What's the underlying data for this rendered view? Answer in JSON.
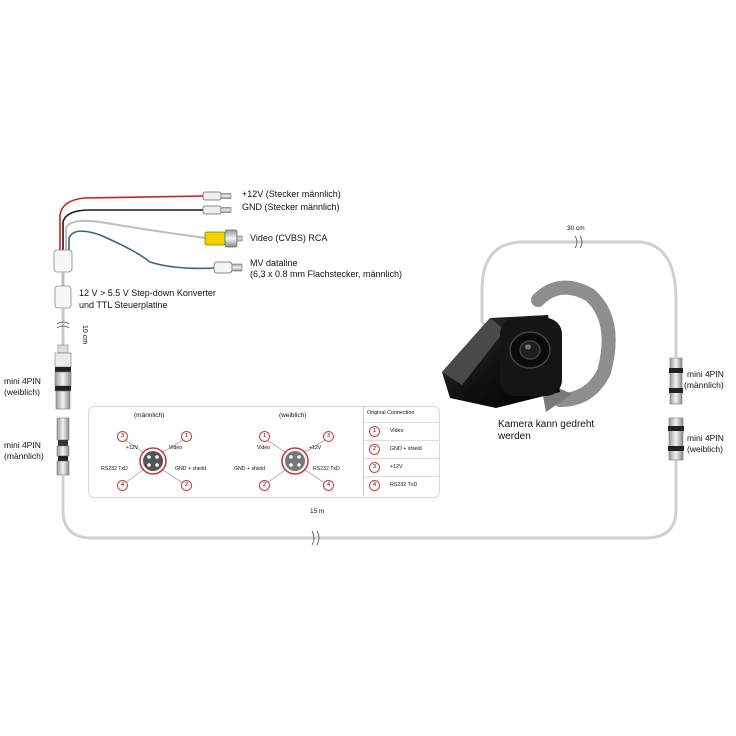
{
  "leads": {
    "plus12v": "+12V (Stecker männlich)",
    "gnd": "GND (Stecker männlich)",
    "video": "Video (CVBS) RCA",
    "mv_line1": "MV dataline",
    "mv_line2": "(6,3 x 0.8 mm Flachstecker, männlich)"
  },
  "converter": {
    "line1": "12 V > 5.5 V Step-down Konverter",
    "line2": "und TTL Steuerplatine"
  },
  "lengths": {
    "short": "10 cm",
    "camera": "30 cm",
    "main": "15 m"
  },
  "plugs": {
    "left_female": [
      "mini 4PIN",
      "(weiblich)"
    ],
    "left_male": [
      "mini 4PIN",
      "(männlich)"
    ],
    "right_male": [
      "mini 4PIN",
      "(männlich)"
    ],
    "right_female": [
      "mini 4PIN",
      "(weiblich)"
    ]
  },
  "camera_caption": [
    "Kamera kann gedreht",
    "werden"
  ],
  "pinout": {
    "male_title": "(männlich)",
    "female_title": "(weiblich)",
    "male_labels": {
      "plus12v": "+12V",
      "video": "Video",
      "rs232": "RS232 TxD",
      "gnd": "GND + shield"
    },
    "female_labels": {
      "video": "Video",
      "plus12v": "+12V",
      "gnd": "GND + shield",
      "rs232": "RS232 TxD"
    },
    "male_pin_numbers": [
      "3",
      "1",
      "4",
      "2"
    ],
    "female_pin_numbers": [
      "1",
      "3",
      "2",
      "4"
    ]
  },
  "connection_table": {
    "title": "Original Connection",
    "rows": [
      {
        "pin": "1",
        "desc": "Video"
      },
      {
        "pin": "2",
        "desc": "GND + shield"
      },
      {
        "pin": "3",
        "desc": "+12V"
      },
      {
        "pin": "4",
        "desc": "RS232 TxD"
      }
    ]
  },
  "colors": {
    "red_wire": "#d21c1c",
    "black_wire": "#1a1a1a",
    "blue_wire": "#2e6a85",
    "white_wire": "#bfbfbf",
    "rca_yellow": "#f2d200",
    "pin_red": "#d23a3a",
    "arrow_grey": "#7a7a7a"
  }
}
